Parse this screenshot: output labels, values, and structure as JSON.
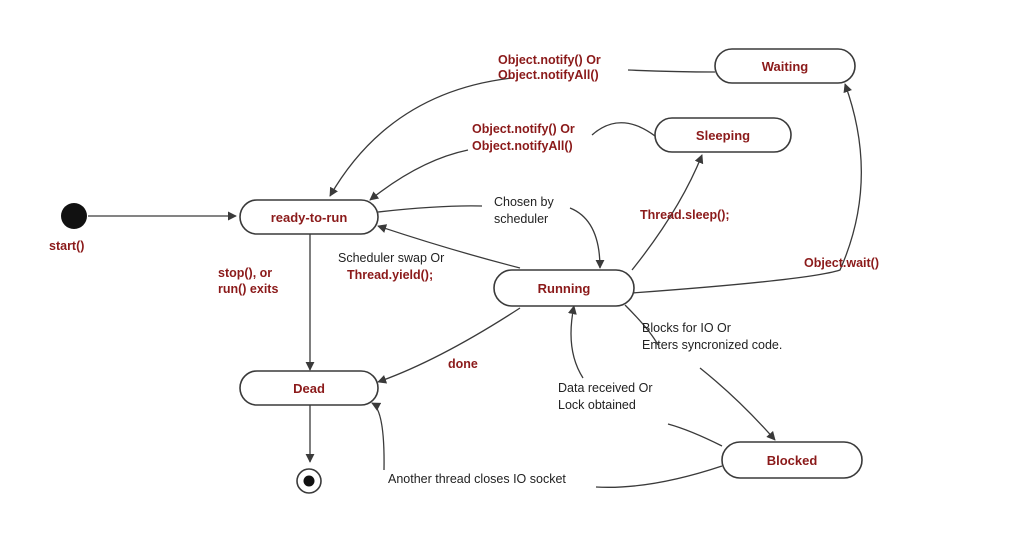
{
  "colors": {
    "label_red": "#8b1a1a",
    "label_black": "#222222",
    "line": "#3a3a3a"
  },
  "states": {
    "ready_to_run": "ready-to-run",
    "running": "Running",
    "dead": "Dead",
    "waiting": "Waiting",
    "sleeping": "Sleeping",
    "blocked": "Blocked"
  },
  "labels": {
    "start": "start()",
    "notify_waiting_line1": "Object.notify() Or",
    "notify_waiting_line2": "Object.notifyAll()",
    "notify_sleeping_line1": "Object.notify() Or",
    "notify_sleeping_line2": "Object.notifyAll()",
    "chosen_line1": "Chosen by",
    "chosen_line2": "scheduler",
    "swap_line1": "Scheduler swap Or",
    "swap_line2": "Thread.yield();",
    "sleep": "Thread.sleep();",
    "wait": "Object.wait()",
    "stop_line1": "stop(), or",
    "stop_line2": "run() exits",
    "done": "done",
    "blocks_line1": "Blocks for IO Or",
    "blocks_line2": "Enters syncronized code.",
    "data_line1": "Data received Or",
    "data_line2": "Lock obtained",
    "another": "Another thread closes IO socket"
  }
}
